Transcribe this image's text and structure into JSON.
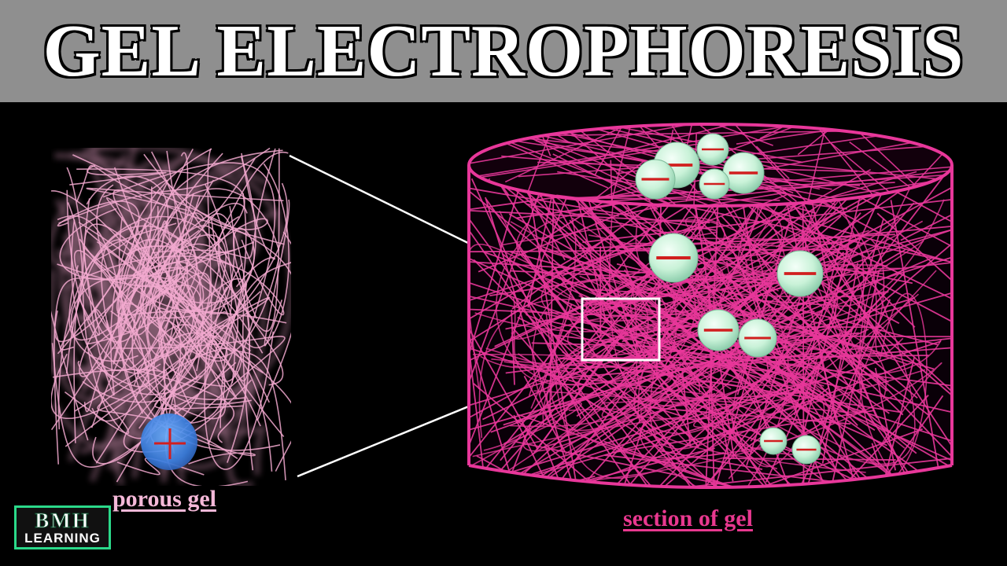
{
  "title": "GEL ELECTROPHORESIS",
  "captions": {
    "porous_gel": "porous gel",
    "section_of_gel": "section of gel"
  },
  "logo": {
    "main": "BMH",
    "sub": "LEARNING"
  },
  "particles": {
    "negative_symbol": "−",
    "positive_symbol": "+"
  },
  "colors": {
    "title_bar": "#8f8f8f",
    "gel_fibers_zoom": "#f2a9cf",
    "gel_fibers_section": "#e8379a",
    "negative_particle": "#c9f2d8",
    "positive_particle": "#3b7fe0",
    "charge_mark": "#d11f1f",
    "logo_border": "#2bd98a"
  }
}
